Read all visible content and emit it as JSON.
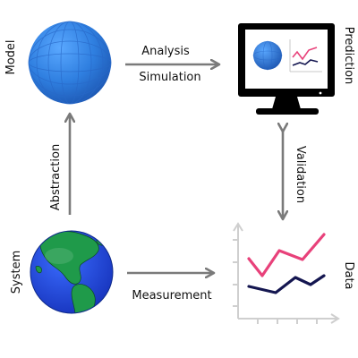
{
  "labels": {
    "model": "Model",
    "prediction": "Prediction",
    "system": "System",
    "data": "Data",
    "analysis": "Analysis",
    "simulation": "Simulation",
    "abstraction": "Abstraction",
    "validation": "Validation",
    "measurement": "Measurement"
  },
  "colors": {
    "model_sphere": "#2f7fe0",
    "monitor": "#000000",
    "arrow": "#7a7a7a",
    "data_series_pink": "#e8417a",
    "data_series_navy": "#141650",
    "globe_ocean": "#1f3fd0",
    "globe_land": "#1f9a4a"
  },
  "icons": [
    "model-sphere-icon",
    "monitor-icon",
    "globe-icon",
    "data-chart-icon"
  ]
}
